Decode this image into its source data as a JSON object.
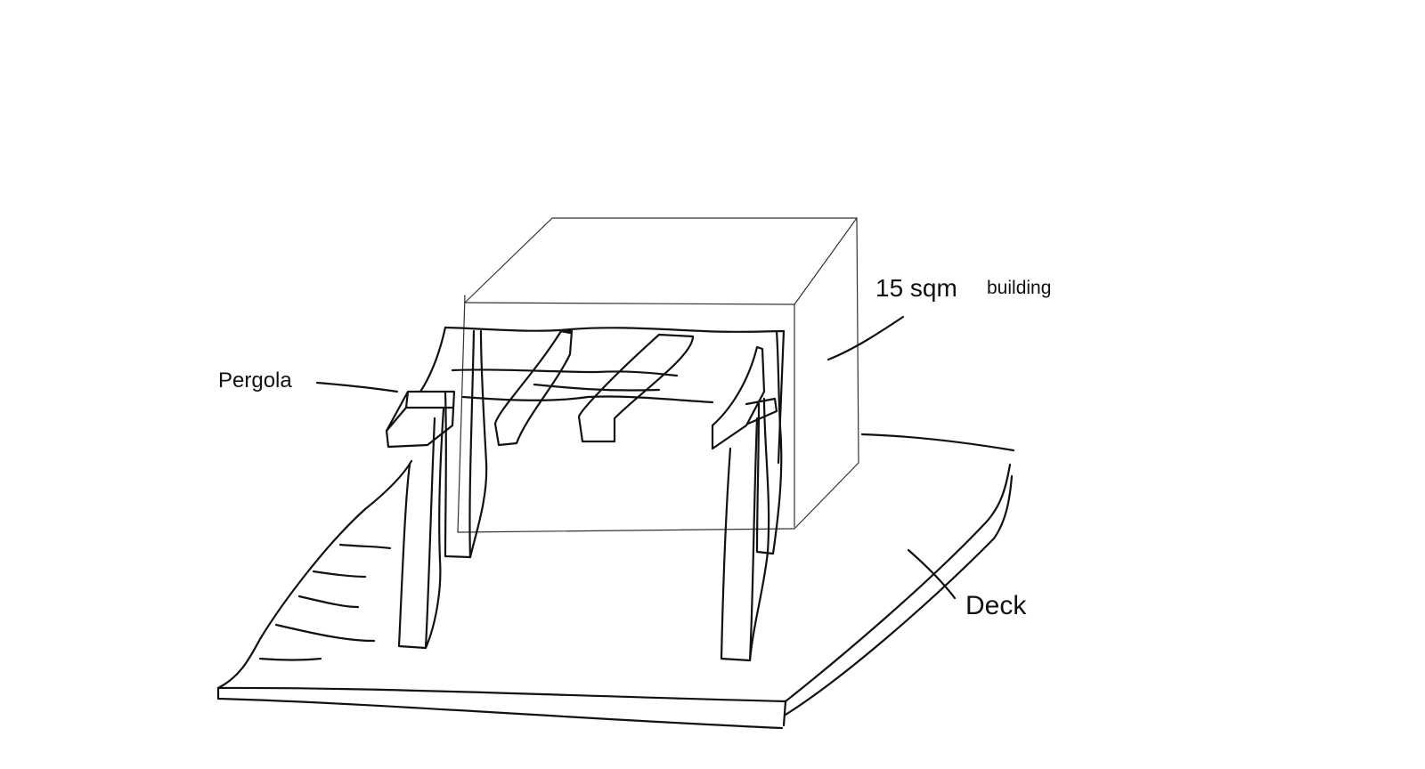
{
  "labels": {
    "area": "15 sqm",
    "building": "building",
    "pergola": "Pergola",
    "deck": "Deck"
  },
  "colors": {
    "ink": "#111111",
    "background": "#ffffff"
  }
}
